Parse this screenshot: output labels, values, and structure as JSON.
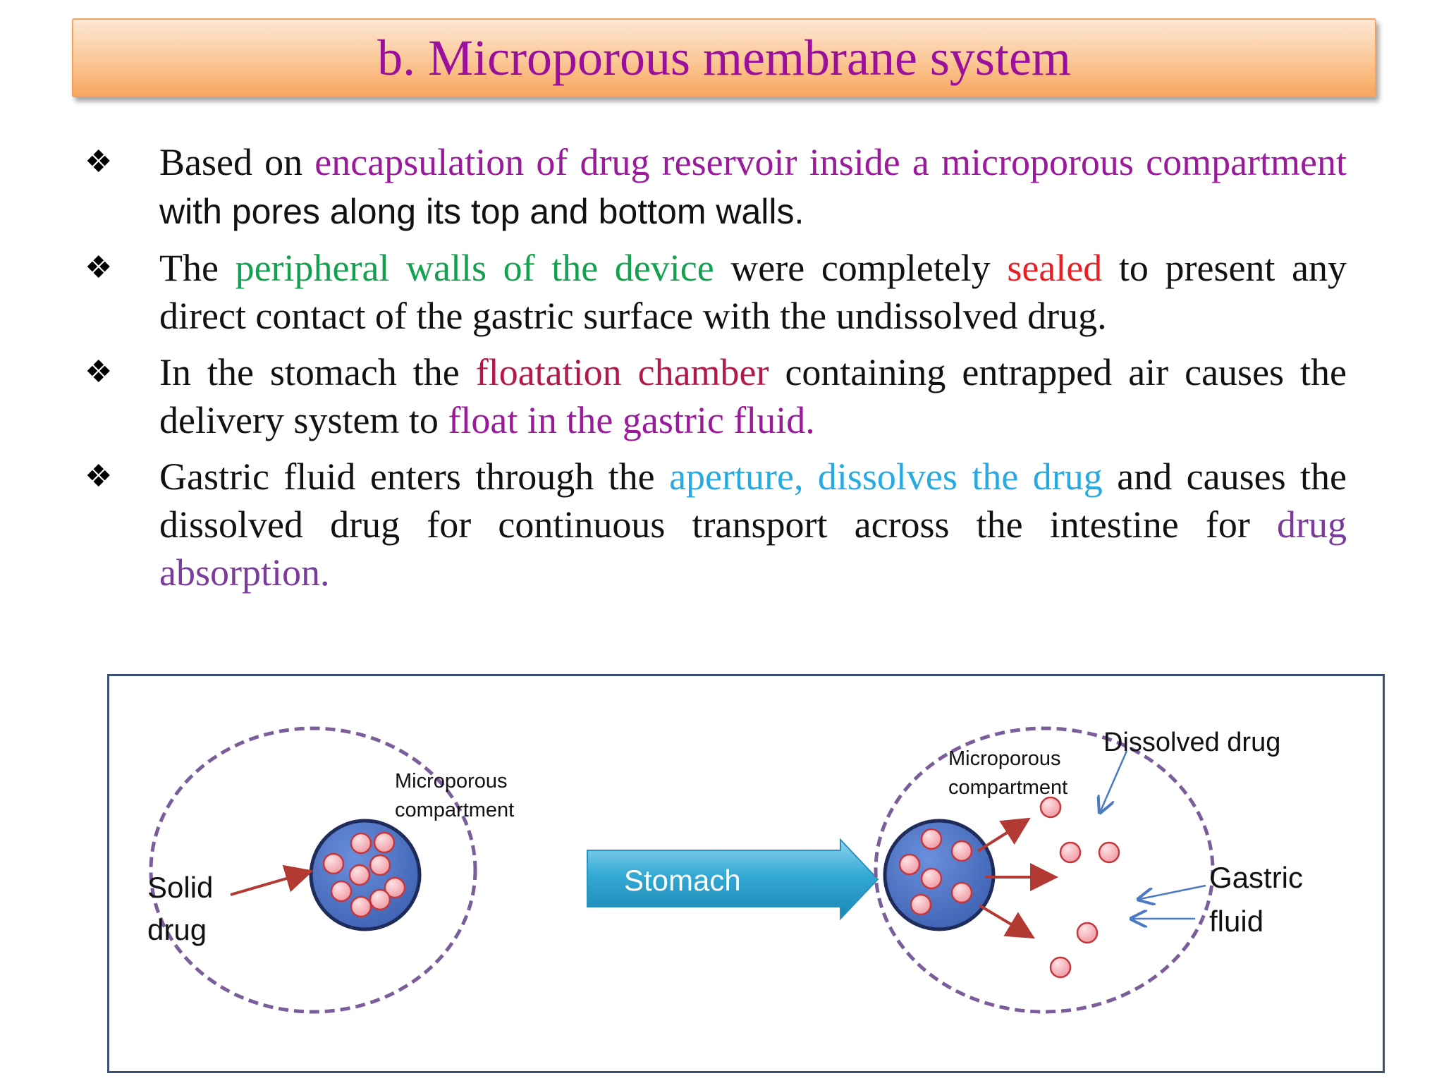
{
  "title": "b. Microporous membrane system",
  "bullet_icon": "four-diamond-bullet-icon",
  "bullets": [
    {
      "segments": [
        {
          "text": "Based on ",
          "color": "#111111"
        },
        {
          "text": "encapsulation of drug reservoir inside a microporous compartment",
          "color": "#9b1a9c"
        },
        {
          "text": " with pores along its top and bottom walls.",
          "color": "#111111",
          "sans": true
        }
      ]
    },
    {
      "segments": [
        {
          "text": "The ",
          "color": "#111111"
        },
        {
          "text": "peripheral walls of the device",
          "color": "#13a14f"
        },
        {
          "text": " were completely ",
          "color": "#111111"
        },
        {
          "text": "sealed",
          "color": "#ea1f24"
        },
        {
          "text": " to present any direct contact of the gastric surface with the undissolved drug.",
          "color": "#111111"
        }
      ]
    },
    {
      "segments": [
        {
          "text": "In the stomach the ",
          "color": "#111111"
        },
        {
          "text": "floatation chamber",
          "color": "#b2174d"
        },
        {
          "text": " containing entrapped air causes the delivery system to ",
          "color": "#111111"
        },
        {
          "text": "float in the gastric fluid.",
          "color": "#9b1a9c"
        }
      ]
    },
    {
      "segments": [
        {
          "text": "Gastric fluid enters through the ",
          "color": "#111111"
        },
        {
          "text": "aperture, dissolves the drug",
          "color": "#27a9e1"
        },
        {
          "text": " and causes the dissolved drug for continuous transport across the intestine for ",
          "color": "#111111"
        },
        {
          "text": "drug absorption.",
          "color": "#7a3c9c"
        }
      ]
    }
  ],
  "diagram": {
    "left_label_line1": "Solid",
    "left_label_line2": "drug",
    "left_compartment_line1": "Microporous",
    "left_compartment_line2": "compartment",
    "arrow_label": "Stomach",
    "right_compartment_line1": "Microporous",
    "right_compartment_line2": "compartment",
    "dissolved_label": "Dissolved drug",
    "gastric_line1": "Gastric",
    "gastric_line2": "fluid",
    "colors": {
      "outline_dashed": "#7a5d9a",
      "compartment_fill": "#4f79c9",
      "compartment_border": "#1f2b5a",
      "particle_fill": "#f4b0b6",
      "particle_border": "#c4373c",
      "red_arrow": "#b23a33",
      "blue_arrow": "#4a7ac3",
      "stomach_arrow": "#33a9d4"
    }
  }
}
